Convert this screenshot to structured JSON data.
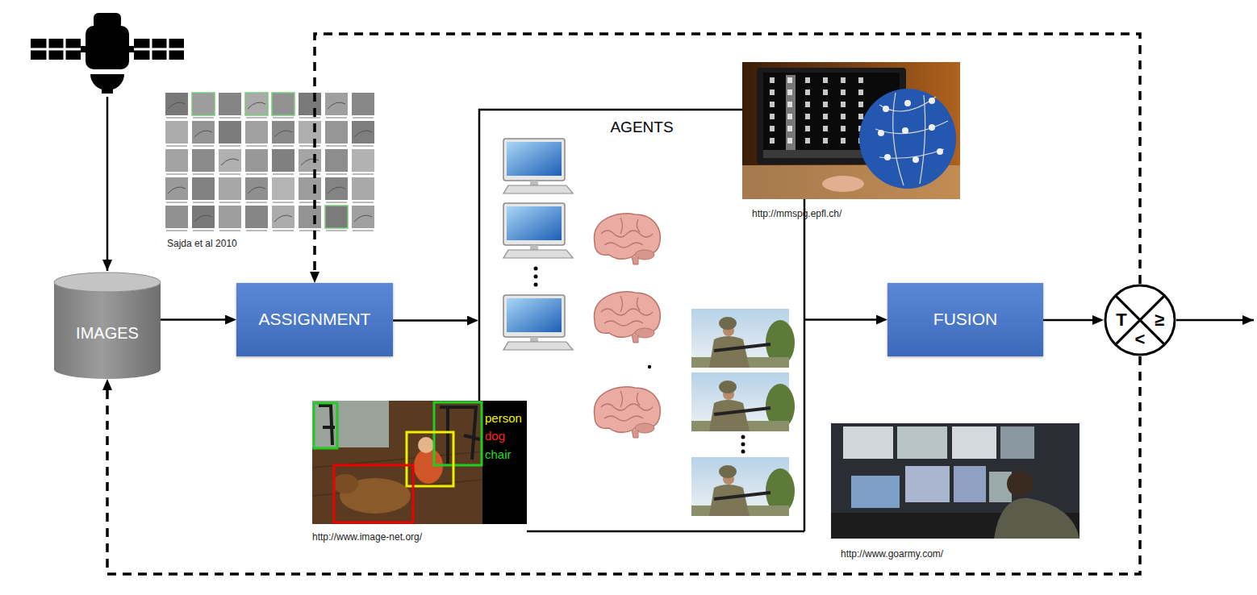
{
  "diagram": {
    "nodes": [
      {
        "text": [
          "IMAGES"
        ]
      },
      {
        "text": [
          "ASSIGNMENT"
        ]
      },
      {
        "text": [
          "AGENTS"
        ]
      },
      {
        "text": [
          "FUSION"
        ]
      },
      {
        "text": [
          "T",
          "<",
          "≥"
        ]
      }
    ],
    "edges": [
      {
        "from": 0,
        "to": 1,
        "arrow": "to"
      },
      {
        "from": 1,
        "to": 2,
        "arrow": "to"
      },
      {
        "from": 2,
        "to": 3,
        "arrow": "to"
      },
      {
        "from": 3,
        "to": 4,
        "arrow": "to"
      },
      {
        "from": 4,
        "to": 1,
        "arrow": "to"
      },
      {
        "from": 4,
        "to": 0,
        "arrow": "to"
      }
    ],
    "labels": [
      "Sajda et al 2010",
      "http://mmspg.epfl.ch/",
      "person",
      "dog",
      "chair",
      "http://www.image-net.org/",
      "http://www.goarmy.com/"
    ]
  }
}
